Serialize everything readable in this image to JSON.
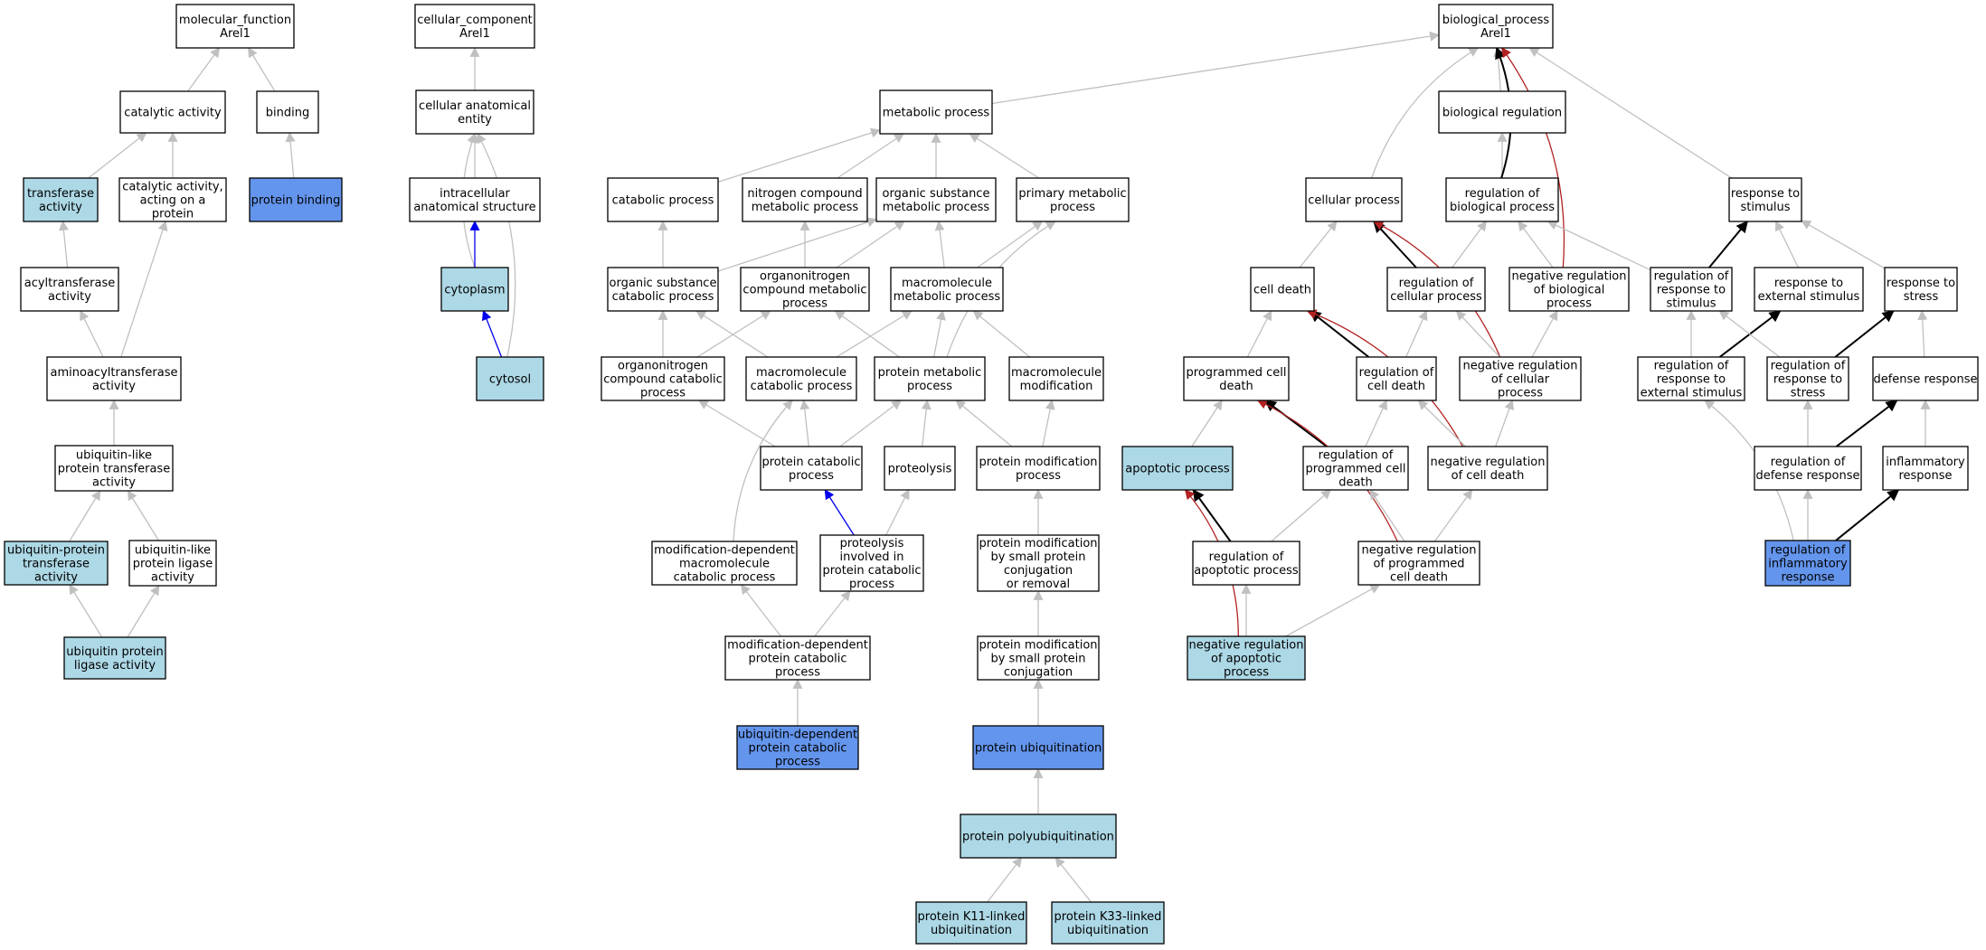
{
  "colors": {
    "plain": "#ffffff",
    "light": "#add8e6",
    "dark": "#6495ed",
    "edge_gray": "#c0c0c0",
    "edge_black": "#000000",
    "edge_red": "#b22222",
    "edge_blue": "#0000ee"
  },
  "nodes": [
    {
      "id": "mf",
      "lines": [
        "molecular_function",
        "Arel1"
      ],
      "fill": "plain"
    },
    {
      "id": "catalytic",
      "lines": [
        "catalytic activity"
      ],
      "fill": "plain"
    },
    {
      "id": "binding",
      "lines": [
        "binding"
      ],
      "fill": "plain"
    },
    {
      "id": "transferase",
      "lines": [
        "transferase",
        "activity"
      ],
      "fill": "light"
    },
    {
      "id": "cat_protein",
      "lines": [
        "catalytic activity,",
        "acting on a",
        "protein"
      ],
      "fill": "plain"
    },
    {
      "id": "protein_binding",
      "lines": [
        "protein binding"
      ],
      "fill": "dark"
    },
    {
      "id": "acyltransferase",
      "lines": [
        "acyltransferase",
        "activity"
      ],
      "fill": "plain"
    },
    {
      "id": "aminoacyl",
      "lines": [
        "aminoacyltransferase",
        "activity"
      ],
      "fill": "plain"
    },
    {
      "id": "ubl_transferase",
      "lines": [
        "ubiquitin-like",
        "protein transferase",
        "activity"
      ],
      "fill": "plain"
    },
    {
      "id": "ub_transferase",
      "lines": [
        "ubiquitin-protein",
        "transferase",
        "activity"
      ],
      "fill": "light"
    },
    {
      "id": "ubl_ligase",
      "lines": [
        "ubiquitin-like",
        "protein ligase",
        "activity"
      ],
      "fill": "plain"
    },
    {
      "id": "ub_ligase",
      "lines": [
        "ubiquitin protein",
        "ligase activity"
      ],
      "fill": "light"
    },
    {
      "id": "cc",
      "lines": [
        "cellular_component",
        "Arel1"
      ],
      "fill": "plain"
    },
    {
      "id": "cae",
      "lines": [
        "cellular anatomical",
        "entity"
      ],
      "fill": "plain"
    },
    {
      "id": "ias",
      "lines": [
        "intracellular",
        "anatomical structure"
      ],
      "fill": "plain"
    },
    {
      "id": "cytoplasm",
      "lines": [
        "cytoplasm"
      ],
      "fill": "light"
    },
    {
      "id": "cytosol",
      "lines": [
        "cytosol"
      ],
      "fill": "light"
    },
    {
      "id": "metabolic",
      "lines": [
        "metabolic process"
      ],
      "fill": "plain"
    },
    {
      "id": "catabolic",
      "lines": [
        "catabolic process"
      ],
      "fill": "plain"
    },
    {
      "id": "nitrogen",
      "lines": [
        "nitrogen compound",
        "metabolic process"
      ],
      "fill": "plain"
    },
    {
      "id": "orgsub_met",
      "lines": [
        "organic substance",
        "metabolic process"
      ],
      "fill": "plain"
    },
    {
      "id": "primary_met",
      "lines": [
        "primary metabolic",
        "process"
      ],
      "fill": "plain"
    },
    {
      "id": "orgsub_cat",
      "lines": [
        "organic substance",
        "catabolic process"
      ],
      "fill": "plain"
    },
    {
      "id": "orgN_met",
      "lines": [
        "organonitrogen",
        "compound metabolic",
        "process"
      ],
      "fill": "plain"
    },
    {
      "id": "macro_met",
      "lines": [
        "macromolecule",
        "metabolic process"
      ],
      "fill": "plain"
    },
    {
      "id": "orgN_cat",
      "lines": [
        "organonitrogen",
        "compound catabolic",
        "process"
      ],
      "fill": "plain"
    },
    {
      "id": "macro_cat",
      "lines": [
        "macromolecule",
        "catabolic process"
      ],
      "fill": "plain"
    },
    {
      "id": "prot_met",
      "lines": [
        "protein metabolic",
        "process"
      ],
      "fill": "plain"
    },
    {
      "id": "macro_mod",
      "lines": [
        "macromolecule",
        "modification"
      ],
      "fill": "plain"
    },
    {
      "id": "prot_cat",
      "lines": [
        "protein catabolic",
        "process"
      ],
      "fill": "plain"
    },
    {
      "id": "proteolysis",
      "lines": [
        "proteolysis"
      ],
      "fill": "plain"
    },
    {
      "id": "prot_mod",
      "lines": [
        "protein modification",
        "process"
      ],
      "fill": "plain"
    },
    {
      "id": "moddep_macro",
      "lines": [
        "modification-dependent",
        "macromolecule",
        "catabolic process"
      ],
      "fill": "plain"
    },
    {
      "id": "proteolysis_cat",
      "lines": [
        "proteolysis",
        "involved in",
        "protein catabolic",
        "process"
      ],
      "fill": "plain"
    },
    {
      "id": "pm_smallconj_rem",
      "lines": [
        "protein modification",
        "by small protein",
        "conjugation",
        "or removal"
      ],
      "fill": "plain"
    },
    {
      "id": "moddep_prot",
      "lines": [
        "modification-dependent",
        "protein catabolic",
        "process"
      ],
      "fill": "plain"
    },
    {
      "id": "pm_smallconj",
      "lines": [
        "protein modification",
        "by small protein",
        "conjugation"
      ],
      "fill": "plain"
    },
    {
      "id": "ub_dep_cat",
      "lines": [
        "ubiquitin-dependent",
        "protein catabolic",
        "process"
      ],
      "fill": "dark"
    },
    {
      "id": "prot_ubiq",
      "lines": [
        "protein ubiquitination"
      ],
      "fill": "dark"
    },
    {
      "id": "prot_polyubiq",
      "lines": [
        "protein polyubiquitination"
      ],
      "fill": "light"
    },
    {
      "id": "k11",
      "lines": [
        "protein K11-linked",
        "ubiquitination"
      ],
      "fill": "light"
    },
    {
      "id": "k33",
      "lines": [
        "protein K33-linked",
        "ubiquitination"
      ],
      "fill": "light"
    },
    {
      "id": "bp",
      "lines": [
        "biological_process",
        "Arel1"
      ],
      "fill": "plain"
    },
    {
      "id": "bio_reg",
      "lines": [
        "biological regulation"
      ],
      "fill": "plain"
    },
    {
      "id": "cell_proc",
      "lines": [
        "cellular process"
      ],
      "fill": "plain"
    },
    {
      "id": "reg_bio",
      "lines": [
        "regulation of",
        "biological process"
      ],
      "fill": "plain"
    },
    {
      "id": "resp_stim",
      "lines": [
        "response to",
        "stimulus"
      ],
      "fill": "plain"
    },
    {
      "id": "cell_death",
      "lines": [
        "cell death"
      ],
      "fill": "plain"
    },
    {
      "id": "reg_cell_proc",
      "lines": [
        "regulation of",
        "cellular process"
      ],
      "fill": "plain"
    },
    {
      "id": "neg_reg_bio",
      "lines": [
        "negative regulation",
        "of biological",
        "process"
      ],
      "fill": "plain"
    },
    {
      "id": "reg_resp_stim",
      "lines": [
        "regulation of",
        "response to",
        "stimulus"
      ],
      "fill": "plain"
    },
    {
      "id": "resp_ext",
      "lines": [
        "response to",
        "external stimulus"
      ],
      "fill": "plain"
    },
    {
      "id": "resp_stress",
      "lines": [
        "response to",
        "stress"
      ],
      "fill": "plain"
    },
    {
      "id": "prog_death",
      "lines": [
        "programmed cell",
        "death"
      ],
      "fill": "plain"
    },
    {
      "id": "reg_cell_death",
      "lines": [
        "regulation of",
        "cell death"
      ],
      "fill": "plain"
    },
    {
      "id": "neg_reg_cell_proc",
      "lines": [
        "negative regulation",
        "of cellular",
        "process"
      ],
      "fill": "plain"
    },
    {
      "id": "reg_resp_ext",
      "lines": [
        "regulation of",
        "response to",
        "external stimulus"
      ],
      "fill": "plain"
    },
    {
      "id": "reg_resp_stress",
      "lines": [
        "regulation of",
        "response to",
        "stress"
      ],
      "fill": "plain"
    },
    {
      "id": "defense",
      "lines": [
        "defense response"
      ],
      "fill": "plain"
    },
    {
      "id": "apoptotic",
      "lines": [
        "apoptotic process"
      ],
      "fill": "light"
    },
    {
      "id": "reg_prog_death",
      "lines": [
        "regulation of",
        "programmed cell",
        "death"
      ],
      "fill": "plain"
    },
    {
      "id": "neg_reg_cell_death",
      "lines": [
        "negative regulation",
        "of cell death"
      ],
      "fill": "plain"
    },
    {
      "id": "reg_defense",
      "lines": [
        "regulation of",
        "defense response"
      ],
      "fill": "plain"
    },
    {
      "id": "inflam",
      "lines": [
        "inflammatory",
        "response"
      ],
      "fill": "plain"
    },
    {
      "id": "reg_apop",
      "lines": [
        "regulation of",
        "apoptotic process"
      ],
      "fill": "plain"
    },
    {
      "id": "neg_reg_prog",
      "lines": [
        "negative regulation",
        "of programmed",
        "cell death"
      ],
      "fill": "plain"
    },
    {
      "id": "reg_inflam",
      "lines": [
        "regulation of",
        "inflammatory",
        "response"
      ],
      "fill": "dark"
    },
    {
      "id": "neg_reg_apop",
      "lines": [
        "negative regulation",
        "of apoptotic",
        "process"
      ],
      "fill": "light"
    }
  ],
  "edges": [
    {
      "from": "catalytic",
      "to": "mf",
      "color": "edge_gray"
    },
    {
      "from": "binding",
      "to": "mf",
      "color": "edge_gray"
    },
    {
      "from": "transferase",
      "to": "catalytic",
      "color": "edge_gray"
    },
    {
      "from": "cat_protein",
      "to": "catalytic",
      "color": "edge_gray"
    },
    {
      "from": "protein_binding",
      "to": "binding",
      "color": "edge_gray"
    },
    {
      "from": "acyltransferase",
      "to": "transferase",
      "color": "edge_gray"
    },
    {
      "from": "aminoacyl",
      "to": "acyltransferase",
      "color": "edge_gray"
    },
    {
      "from": "aminoacyl",
      "to": "cat_protein",
      "color": "edge_gray"
    },
    {
      "from": "ubl_transferase",
      "to": "aminoacyl",
      "color": "edge_gray"
    },
    {
      "from": "ub_transferase",
      "to": "ubl_transferase",
      "color": "edge_gray"
    },
    {
      "from": "ubl_ligase",
      "to": "ubl_transferase",
      "color": "edge_gray"
    },
    {
      "from": "ub_ligase",
      "to": "ub_transferase",
      "color": "edge_gray"
    },
    {
      "from": "ub_ligase",
      "to": "ubl_ligase",
      "color": "edge_gray"
    },
    {
      "from": "cae",
      "to": "cc",
      "color": "edge_gray"
    },
    {
      "from": "ias",
      "to": "cae",
      "color": "edge_gray"
    },
    {
      "from": "cytoplasm",
      "to": "cae",
      "color": "edge_gray",
      "curve": true
    },
    {
      "from": "cytoplasm",
      "to": "ias",
      "color": "edge_blue"
    },
    {
      "from": "cytosol",
      "to": "cytoplasm",
      "color": "edge_blue"
    },
    {
      "from": "cytosol",
      "to": "cae",
      "color": "edge_gray",
      "curve": true
    },
    {
      "from": "metabolic",
      "to": "bp",
      "color": "edge_gray"
    },
    {
      "from": "catabolic",
      "to": "metabolic",
      "color": "edge_gray"
    },
    {
      "from": "nitrogen",
      "to": "metabolic",
      "color": "edge_gray"
    },
    {
      "from": "orgsub_met",
      "to": "metabolic",
      "color": "edge_gray"
    },
    {
      "from": "primary_met",
      "to": "metabolic",
      "color": "edge_gray"
    },
    {
      "from": "orgsub_cat",
      "to": "catabolic",
      "color": "edge_gray"
    },
    {
      "from": "orgsub_cat",
      "to": "orgsub_met",
      "color": "edge_gray"
    },
    {
      "from": "orgN_met",
      "to": "nitrogen",
      "color": "edge_gray"
    },
    {
      "from": "orgN_met",
      "to": "orgsub_met",
      "color": "edge_gray"
    },
    {
      "from": "macro_met",
      "to": "orgsub_met",
      "color": "edge_gray"
    },
    {
      "from": "macro_met",
      "to": "primary_met",
      "color": "edge_gray"
    },
    {
      "from": "orgN_cat",
      "to": "orgsub_cat",
      "color": "edge_gray"
    },
    {
      "from": "orgN_cat",
      "to": "orgN_met",
      "color": "edge_gray"
    },
    {
      "from": "macro_cat",
      "to": "orgsub_cat",
      "color": "edge_gray"
    },
    {
      "from": "macro_cat",
      "to": "macro_met",
      "color": "edge_gray"
    },
    {
      "from": "prot_met",
      "to": "orgN_met",
      "color": "edge_gray"
    },
    {
      "from": "prot_met",
      "to": "macro_met",
      "color": "edge_gray"
    },
    {
      "from": "prot_met",
      "to": "primary_met",
      "color": "edge_gray",
      "curve": true
    },
    {
      "from": "macro_mod",
      "to": "macro_met",
      "color": "edge_gray"
    },
    {
      "from": "prot_cat",
      "to": "orgN_cat",
      "color": "edge_gray"
    },
    {
      "from": "prot_cat",
      "to": "macro_cat",
      "color": "edge_gray"
    },
    {
      "from": "prot_cat",
      "to": "prot_met",
      "color": "edge_gray"
    },
    {
      "from": "proteolysis",
      "to": "prot_met",
      "color": "edge_gray"
    },
    {
      "from": "prot_mod",
      "to": "prot_met",
      "color": "edge_gray"
    },
    {
      "from": "prot_mod",
      "to": "macro_mod",
      "color": "edge_gray"
    },
    {
      "from": "moddep_macro",
      "to": "macro_cat",
      "color": "edge_gray",
      "curve": true
    },
    {
      "from": "proteolysis_cat",
      "to": "prot_cat",
      "color": "edge_blue"
    },
    {
      "from": "proteolysis_cat",
      "to": "proteolysis",
      "color": "edge_gray"
    },
    {
      "from": "pm_smallconj_rem",
      "to": "prot_mod",
      "color": "edge_gray"
    },
    {
      "from": "moddep_prot",
      "to": "moddep_macro",
      "color": "edge_gray"
    },
    {
      "from": "moddep_prot",
      "to": "proteolysis_cat",
      "color": "edge_gray"
    },
    {
      "from": "pm_smallconj",
      "to": "pm_smallconj_rem",
      "color": "edge_gray"
    },
    {
      "from": "ub_dep_cat",
      "to": "moddep_prot",
      "color": "edge_gray"
    },
    {
      "from": "prot_ubiq",
      "to": "pm_smallconj",
      "color": "edge_gray"
    },
    {
      "from": "prot_polyubiq",
      "to": "prot_ubiq",
      "color": "edge_gray"
    },
    {
      "from": "k11",
      "to": "prot_polyubiq",
      "color": "edge_gray"
    },
    {
      "from": "k33",
      "to": "prot_polyubiq",
      "color": "edge_gray"
    },
    {
      "from": "bio_reg",
      "to": "bp",
      "color": "edge_gray"
    },
    {
      "from": "cell_proc",
      "to": "bp",
      "color": "edge_gray",
      "curve": true
    },
    {
      "from": "reg_bio",
      "to": "bio_reg",
      "color": "edge_gray"
    },
    {
      "from": "reg_bio",
      "to": "bp",
      "color": "edge_black",
      "curve": true
    },
    {
      "from": "resp_stim",
      "to": "bp",
      "color": "edge_gray"
    },
    {
      "from": "neg_reg_bio",
      "to": "bp",
      "color": "edge_red",
      "curve": true
    },
    {
      "from": "neg_reg_bio",
      "to": "reg_bio",
      "color": "edge_gray"
    },
    {
      "from": "cell_death",
      "to": "cell_proc",
      "color": "edge_gray"
    },
    {
      "from": "reg_cell_proc",
      "to": "cell_proc",
      "color": "edge_black"
    },
    {
      "from": "reg_cell_proc",
      "to": "reg_bio",
      "color": "edge_gray"
    },
    {
      "from": "reg_resp_stim",
      "to": "reg_bio",
      "color": "edge_gray"
    },
    {
      "from": "reg_resp_stim",
      "to": "resp_stim",
      "color": "edge_black"
    },
    {
      "from": "resp_ext",
      "to": "resp_stim",
      "color": "edge_gray"
    },
    {
      "from": "resp_stress",
      "to": "resp_stim",
      "color": "edge_gray"
    },
    {
      "from": "prog_death",
      "to": "cell_death",
      "color": "edge_gray"
    },
    {
      "from": "reg_cell_death",
      "to": "cell_death",
      "color": "edge_black"
    },
    {
      "from": "reg_cell_death",
      "to": "reg_cell_proc",
      "color": "edge_gray"
    },
    {
      "from": "neg_reg_cell_proc",
      "to": "cell_proc",
      "color": "edge_red",
      "curve": true
    },
    {
      "from": "neg_reg_cell_proc",
      "to": "reg_cell_proc",
      "color": "edge_gray"
    },
    {
      "from": "neg_reg_cell_proc",
      "to": "neg_reg_bio",
      "color": "edge_gray"
    },
    {
      "from": "reg_resp_ext",
      "to": "reg_resp_stim",
      "color": "edge_gray"
    },
    {
      "from": "reg_resp_ext",
      "to": "resp_ext",
      "color": "edge_black"
    },
    {
      "from": "reg_resp_stress",
      "to": "reg_resp_stim",
      "color": "edge_gray"
    },
    {
      "from": "reg_resp_stress",
      "to": "resp_stress",
      "color": "edge_black"
    },
    {
      "from": "defense",
      "to": "resp_stress",
      "color": "edge_gray"
    },
    {
      "from": "apoptotic",
      "to": "prog_death",
      "color": "edge_gray"
    },
    {
      "from": "reg_prog_death",
      "to": "prog_death",
      "color": "edge_black"
    },
    {
      "from": "reg_prog_death",
      "to": "reg_cell_death",
      "color": "edge_gray"
    },
    {
      "from": "neg_reg_cell_death",
      "to": "cell_death",
      "color": "edge_red",
      "curve": true
    },
    {
      "from": "neg_reg_cell_death",
      "to": "reg_cell_death",
      "color": "edge_gray"
    },
    {
      "from": "neg_reg_cell_death",
      "to": "neg_reg_cell_proc",
      "color": "edge_gray"
    },
    {
      "from": "reg_defense",
      "to": "reg_resp_stress",
      "color": "edge_gray"
    },
    {
      "from": "reg_defense",
      "to": "defense",
      "color": "edge_black"
    },
    {
      "from": "inflam",
      "to": "defense",
      "color": "edge_gray"
    },
    {
      "from": "reg_apop",
      "to": "apoptotic",
      "color": "edge_black"
    },
    {
      "from": "reg_apop",
      "to": "reg_prog_death",
      "color": "edge_gray"
    },
    {
      "from": "neg_reg_prog",
      "to": "prog_death",
      "color": "edge_red",
      "curve": true
    },
    {
      "from": "neg_reg_prog",
      "to": "reg_prog_death",
      "color": "edge_gray"
    },
    {
      "from": "neg_reg_prog",
      "to": "neg_reg_cell_death",
      "color": "edge_gray"
    },
    {
      "from": "reg_inflam",
      "to": "reg_resp_ext",
      "color": "edge_gray",
      "curve": true
    },
    {
      "from": "reg_inflam",
      "to": "reg_defense",
      "color": "edge_gray"
    },
    {
      "from": "reg_inflam",
      "to": "inflam",
      "color": "edge_black"
    },
    {
      "from": "neg_reg_apop",
      "to": "apoptotic",
      "color": "edge_red",
      "curve": true
    },
    {
      "from": "neg_reg_apop",
      "to": "reg_apop",
      "color": "edge_gray"
    },
    {
      "from": "neg_reg_apop",
      "to": "neg_reg_prog",
      "color": "edge_gray"
    }
  ]
}
